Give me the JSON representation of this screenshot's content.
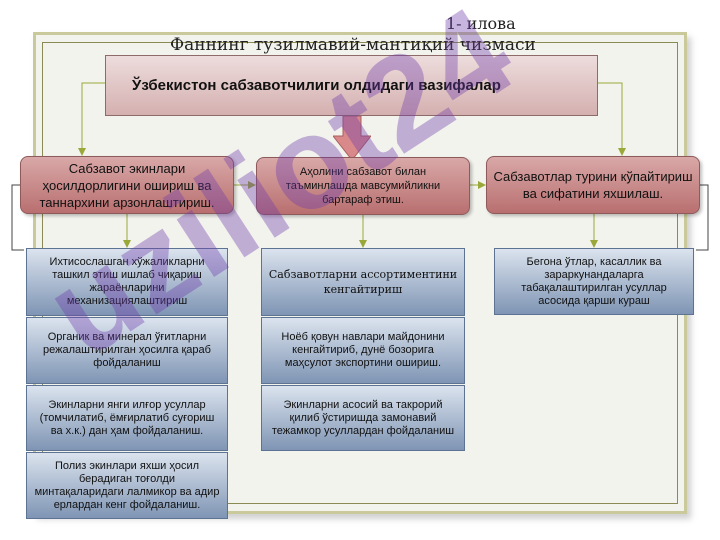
{
  "slide": {
    "number": "1- илова",
    "title": "Фаннинг тузилмавий-мантиқий чизмаси"
  },
  "main_box": {
    "text": "Ўзбекистон сабзавотчилиги олдидаги вазифалар"
  },
  "tasks": {
    "left": "Сабзавот экинлари ҳосилдорлигини ошириш ва таннархини арзонлаштириш.",
    "center": "Аҳолини сабзавот билан таъминлашда мавсумийликни бартараф этиш.",
    "right": "Сабзавотлар турини кўпайтириш ва сифатини яхшилаш."
  },
  "measures": {
    "left": [
      "Ихтисослашган хўжаликларни ташкил этиш ишлаб чиқариш жараёнларини механизациялаштириш",
      "Органик ва минерал ўғитларни режалаштирилган ҳосилга қараб фойдаланиш",
      "Экинларни янги илғор усуллар (томчилатиб, ёмғирлатиб суғориш ва х.к.) дан ҳам фойдаланиш.",
      "Полиз экинлари яхши ҳосил берадиган тоғолди минтақаларидаги лалмикор ва адир ерлардан кенг фойдаланиш."
    ],
    "center": [
      "Сабзавотларни ассортиментини кенгайтириш",
      "Ноёб қовун навлари майдонини кенгайтириб, дунё бозорига маҳсулот экспортини ошириш.",
      "Экинларни асосий ва такрорий қилиб ўстиришда замонавий тежамкор усуллардан фойдаланиш"
    ],
    "right": [
      "Бегона ўтлар, касаллик ва зараркунандаларга табақалаштирилган усуллар асосида қарши кураш"
    ]
  },
  "watermark": {
    "text": "uziliot24"
  },
  "colors": {
    "pink_box": "#c98a8b",
    "blue_box": "#8ea2bf",
    "arrow": "#d9898a",
    "connector": "#9aa83a",
    "watermark": "#6e3caa"
  }
}
